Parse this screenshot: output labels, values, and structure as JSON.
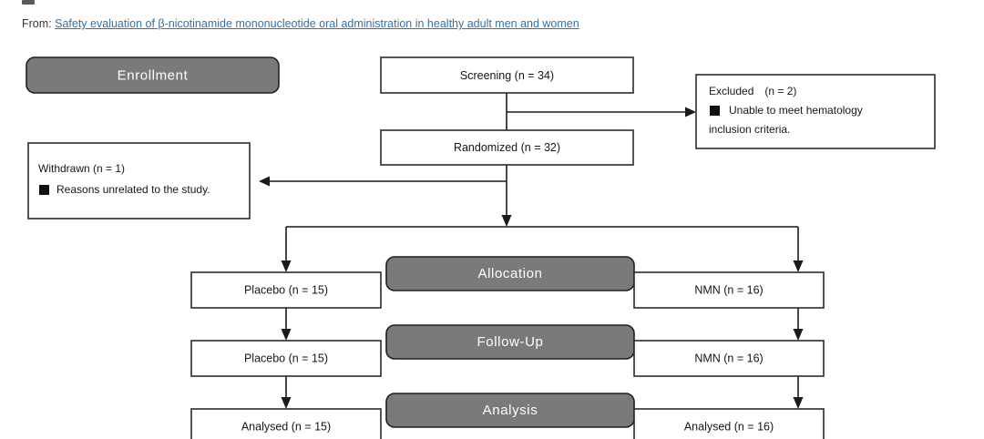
{
  "source": {
    "from_label": "From:",
    "link_text": "Safety evaluation of β-nicotinamide mononucleotide oral administration in healthy adult men and women",
    "link_color": "#3471a8"
  },
  "diagram": {
    "type": "consort-flow-diagram",
    "banner_color": "#7a7a7a",
    "banner_text_color": "#ffffff",
    "box_border_color": "#2b2b2b",
    "connector_color": "#1a1a1a",
    "stages": [
      {
        "id": "enrollment",
        "label": "Enrollment"
      },
      {
        "id": "allocation",
        "label": "Allocation"
      },
      {
        "id": "followup",
        "label": "Follow-Up"
      },
      {
        "id": "analysis",
        "label": "Analysis"
      }
    ],
    "nodes": [
      {
        "id": "screening",
        "label": "Screening (n = 34)",
        "n": 34
      },
      {
        "id": "randomized",
        "label": "Randomized (n = 32)",
        "n": 32
      },
      {
        "id": "alloc-placebo",
        "label": "Placebo (n = 15)",
        "n": 15
      },
      {
        "id": "alloc-nmn",
        "label": "NMN (n = 16)",
        "n": 16
      },
      {
        "id": "followup-placebo",
        "label": "Placebo (n = 15)",
        "n": 15
      },
      {
        "id": "followup-nmn",
        "label": "NMN (n = 16)",
        "n": 16
      },
      {
        "id": "analysed-placebo",
        "label": "Analysed (n = 15)",
        "n": 15
      },
      {
        "id": "analysed-nmn",
        "label": "Analysed (n = 16)",
        "n": 16
      }
    ],
    "notes": [
      {
        "id": "excluded",
        "heading": "Excluded　(n = 2)",
        "n": 2,
        "bullet": "■",
        "lines": [
          "Unable to meet hematology",
          "inclusion criteria."
        ]
      },
      {
        "id": "withdrawn",
        "heading": "Withdrawn (n = 1)",
        "n": 1,
        "bullet": "■",
        "lines": [
          "Reasons unrelated to the study."
        ]
      }
    ]
  }
}
